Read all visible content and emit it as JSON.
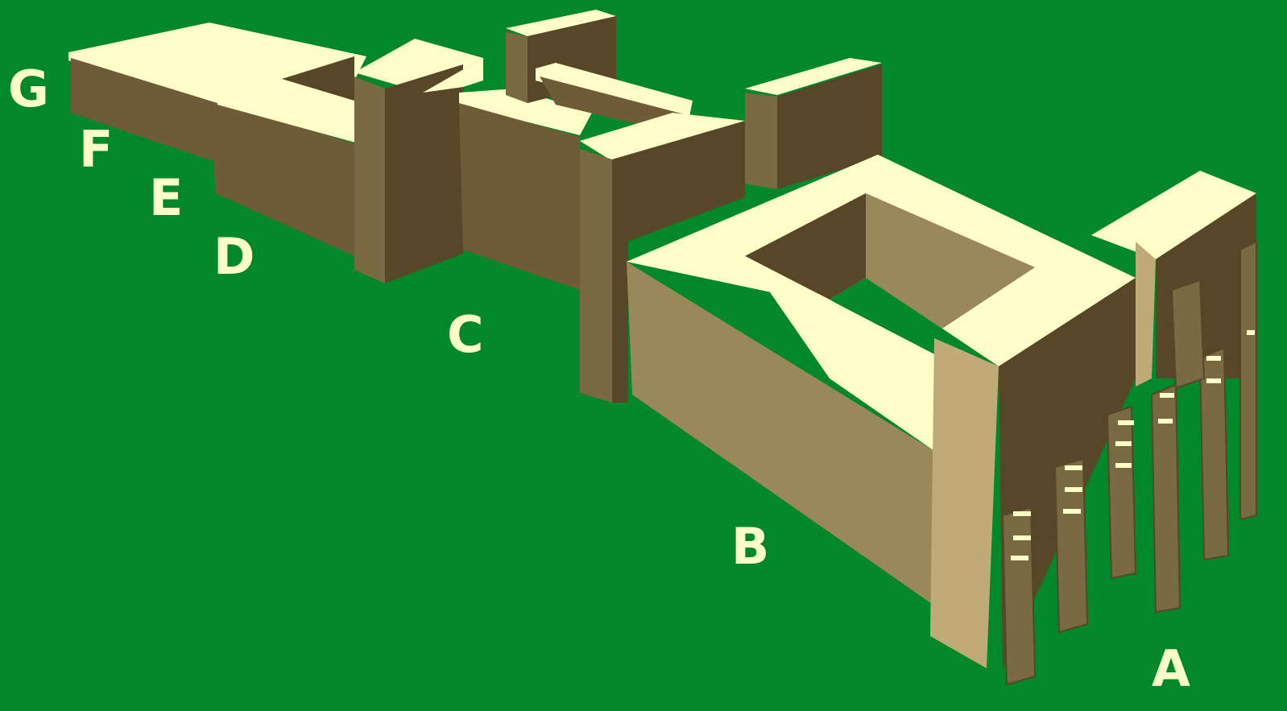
{
  "colors": {
    "background": "#00882a",
    "top_face": "#fffdc8",
    "light_side": "#c0ab78",
    "mid_side": "#9a8858",
    "dark_side": "#6f5b38",
    "darkest_side": "#574628",
    "label": "#fffdc8"
  },
  "labels": {
    "a": "A",
    "b": "B",
    "c": "C",
    "d": "D",
    "e": "E",
    "f": "F",
    "g": "G"
  }
}
